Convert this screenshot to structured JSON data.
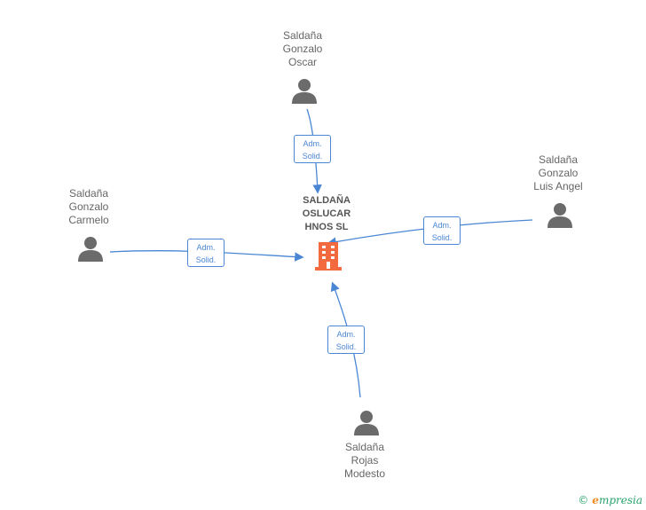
{
  "company": {
    "name_lines": [
      "SALDAÑA",
      "OSLUCAR",
      "HNOS SL"
    ]
  },
  "people": [
    {
      "id": "oscar",
      "lines": [
        "Saldaña",
        "Gonzalo",
        "Oscar"
      ]
    },
    {
      "id": "luis",
      "lines": [
        "Saldaña",
        "Gonzalo",
        "Luis Angel"
      ]
    },
    {
      "id": "carmelo",
      "lines": [
        "Saldaña",
        "Gonzalo",
        "Carmelo"
      ]
    },
    {
      "id": "modesto",
      "lines": [
        "Saldaña",
        "Rojas",
        "Modesto"
      ]
    }
  ],
  "role": {
    "line1": "Adm.",
    "line2": "Solid."
  },
  "footer": {
    "copyright": "©",
    "brand_initial": "e",
    "brand_rest": "mpresia"
  },
  "colors": {
    "edge": "#4a86d4",
    "person": "#6b6b6b",
    "company": "#f26a3d"
  }
}
